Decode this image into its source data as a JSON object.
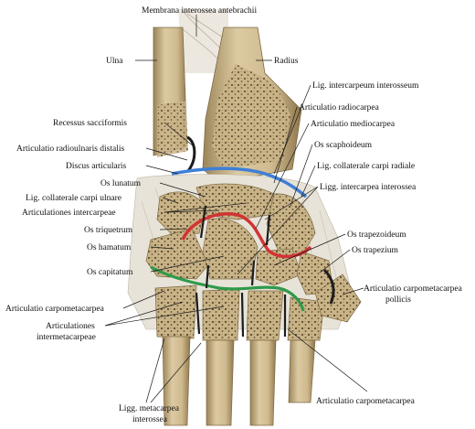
{
  "labels": {
    "membrana_interossea": "Membrana interossea antebrachii",
    "ulna": "Ulna",
    "radius": "Radius",
    "lig_intercarpeum_interosseum": "Lig. intercarpeum interosseum",
    "articulatio_radiocarpea": "Articulatio radiocarpea",
    "articulatio_mediocarpea": "Articulatio mediocarpea",
    "recessus_sacciformis": "Recessus sacciformis",
    "articulatio_radioulnaris_distalis": "Articulatio radioulnaris distalis",
    "discus_articularis": "Discus articularis",
    "os_scaphoideum": "Os scaphoideum",
    "lig_collaterale_carpi_radiale": "Lig. collaterale carpi radiale",
    "os_lunatum": "Os lunatum",
    "lig_intercarpea_interossea": "Ligg. intercarpea interossea",
    "lig_collaterale_carpi_ulnare": "Lig. collaterale carpi ulnare",
    "articulationes_intercarpeae": "Articulationes intercarpeae",
    "os_triquetrum": "Os triquetrum",
    "os_trapezoideum": "Os trapezoideum",
    "os_hamatum": "Os hamatum",
    "os_trapezium": "Os trapezium",
    "os_capitatum": "Os capitatum",
    "articulatio_carpometacarpea_pollicis_1": "Articulatio carpometacarpea",
    "articulatio_carpometacarpea_pollicis_2": "pollicis",
    "articulatio_carpometacarpea_left": "Articulatio carpometacarpea",
    "articulationes_intermetacarpeae_1": "Articulationes",
    "articulationes_intermetacarpeae_2": "intermetacarpeae",
    "articulatio_carpometacarpea_bottom": "Articulatio carpometacarpea",
    "ligg_metacarpea_interossea_1": "Ligg. metacarpea",
    "ligg_metacarpea_interossea_2": "interossea"
  },
  "colors": {
    "bone": "#d9c7a1",
    "bone_shadow": "#a68e62",
    "spongy": "#6b5638",
    "ligament": "#e6e1d6",
    "radiocarpal_joint": "#3f7fd6",
    "midcarpal_joint": "#d23333",
    "carpometacarpal_joint": "#2f9a4a",
    "cartilage_dark": "#1c1c1c"
  }
}
